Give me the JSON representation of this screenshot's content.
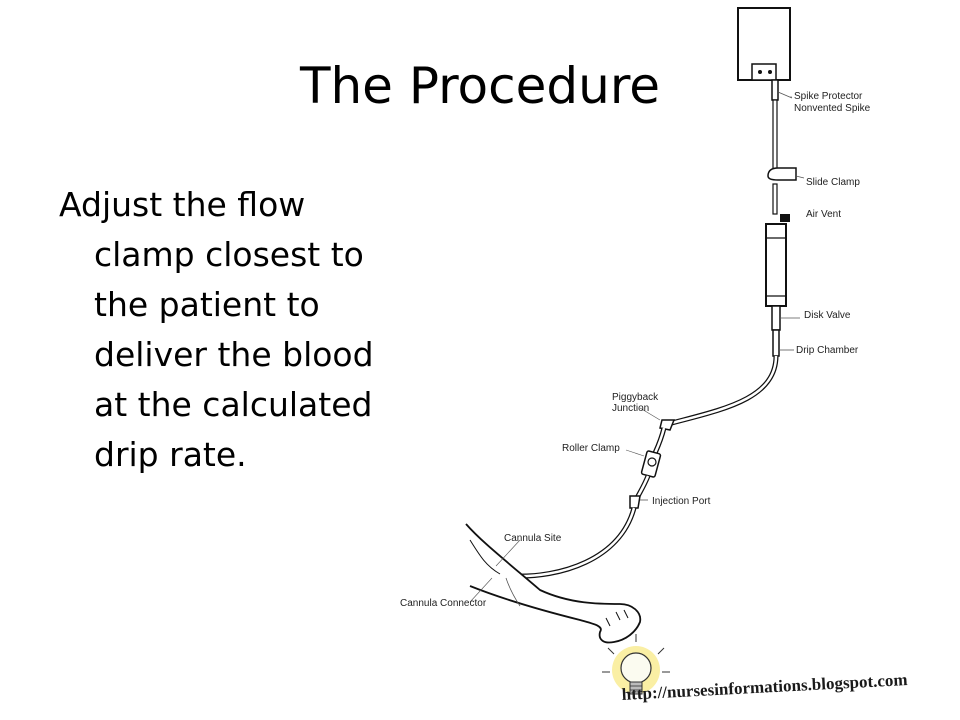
{
  "slide": {
    "title": "The Procedure",
    "body_lines": [
      "Adjust the flow",
      "clamp closest to",
      "the patient to",
      "deliver the blood",
      "at the calculated",
      "drip rate."
    ]
  },
  "diagram": {
    "labels": {
      "spike_protector": "Spike Protector",
      "nonvented_spike": "Nonvented Spike",
      "slide_clamp": "Slide Clamp",
      "air_vent": "Air Vent",
      "disk_valve": "Disk Valve",
      "drip_chamber": "Drip Chamber",
      "piggyback": "Piggyback",
      "junction": "Junction",
      "roller_clamp": "Roller Clamp",
      "injection_port": "Injection Port",
      "cannula_site": "Cannula Site",
      "cannula_connector": "Cannula Connector"
    }
  },
  "watermark": {
    "text": "http://nursesinformations.blogspot.com"
  }
}
